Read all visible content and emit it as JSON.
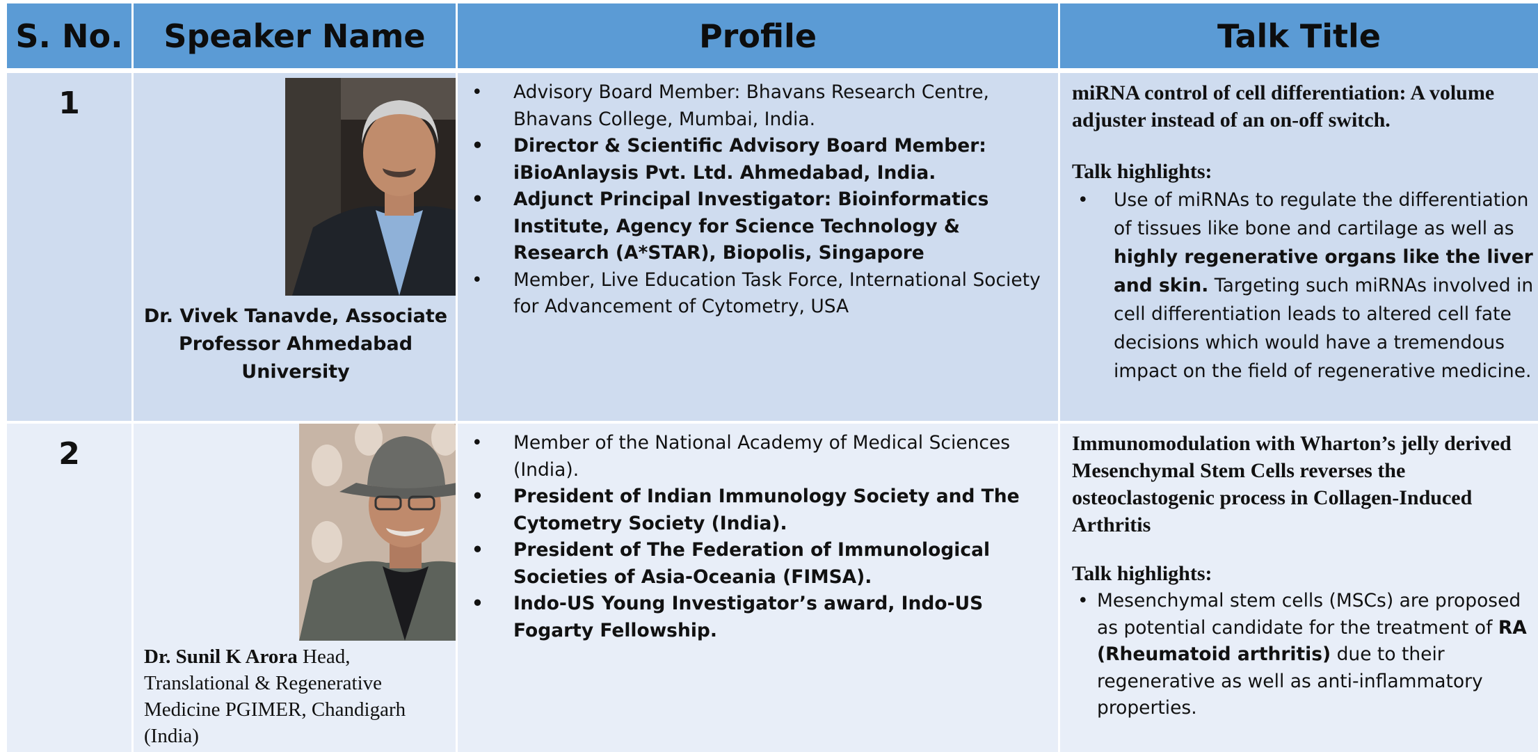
{
  "header": {
    "sno": "S. No.",
    "speaker": "Speaker Name",
    "profile": "Profile",
    "talk": "Talk Title"
  },
  "rows": [
    {
      "sno": "1",
      "speaker_lines": [
        "Dr. Vivek Tanavde,  Associate",
        "Professor Ahmedabad",
        "University"
      ],
      "profile": [
        {
          "text": "Advisory Board Member: Bhavans Research Centre, Bhavans College, Mumbai, India.",
          "bold": false
        },
        {
          "text": "Director & Scientific Advisory Board Member: iBioAnlaysis Pvt. Ltd. Ahmedabad, India.",
          "bold": true
        },
        {
          "text": "Adjunct Principal Investigator: Bioinformatics Institute, Agency for Science Technology & Research (A*STAR), Biopolis, Singapore",
          "bold": true
        },
        {
          "text": "Member, Live Education Task Force, International Society for Advancement of Cytometry, USA",
          "bold": false
        }
      ],
      "talk_title": "miRNA control of cell differentiation: A volume adjuster instead of an on-off switch.",
      "highlights_label": "Talk highlights:",
      "highlights": [
        {
          "pre": "Use of miRNAs to regulate the differentiation of tissues like bone and cartilage as well as ",
          "bold": "highly regenerative organs like the liver and skin.",
          "post": " Targeting such miRNAs involved in cell differentiation leads to altered cell fate decisions which would have a tremendous impact on the field of regenerative medicine."
        }
      ]
    },
    {
      "sno": "2",
      "speaker_name": "Dr. Sunil K Arora",
      "speaker_rest": " Head, Translational & Regenerative Medicine PGIMER, Chandigarh (India)",
      "profile": [
        {
          "text": "Member of the National Academy of Medical Sciences (India).",
          "bold": false
        },
        {
          "text": "President of Indian Immunology Society and The Cytometry Society (India).",
          "bold": true
        },
        {
          "text": "President of The Federation of Immunological Societies of Asia-Oceania (FIMSA).",
          "bold": true
        },
        {
          "text": "Indo-US Young Investigator’s award, Indo-US Fogarty Fellowship.",
          "bold": true
        }
      ],
      "talk_title": "Immunomodulation with Wharton’s jelly derived Mesenchymal Stem Cells reverses the osteoclastogenic process in Collagen-Induced Arthritis",
      "highlights_label": "Talk highlights:",
      "highlights": [
        {
          "pre": "Mesenchymal stem cells (MSCs) are proposed as potential candidate for the treatment of ",
          "bold": "RA (Rheumatoid arthritis)",
          "post": " due to their regenerative as well as anti-inflammatory properties."
        }
      ]
    }
  ],
  "bullet": "•",
  "colors": {
    "header_bg": "#5b9bd5",
    "row1_bg": "#cfdcef",
    "row2_bg": "#e8eef8"
  }
}
